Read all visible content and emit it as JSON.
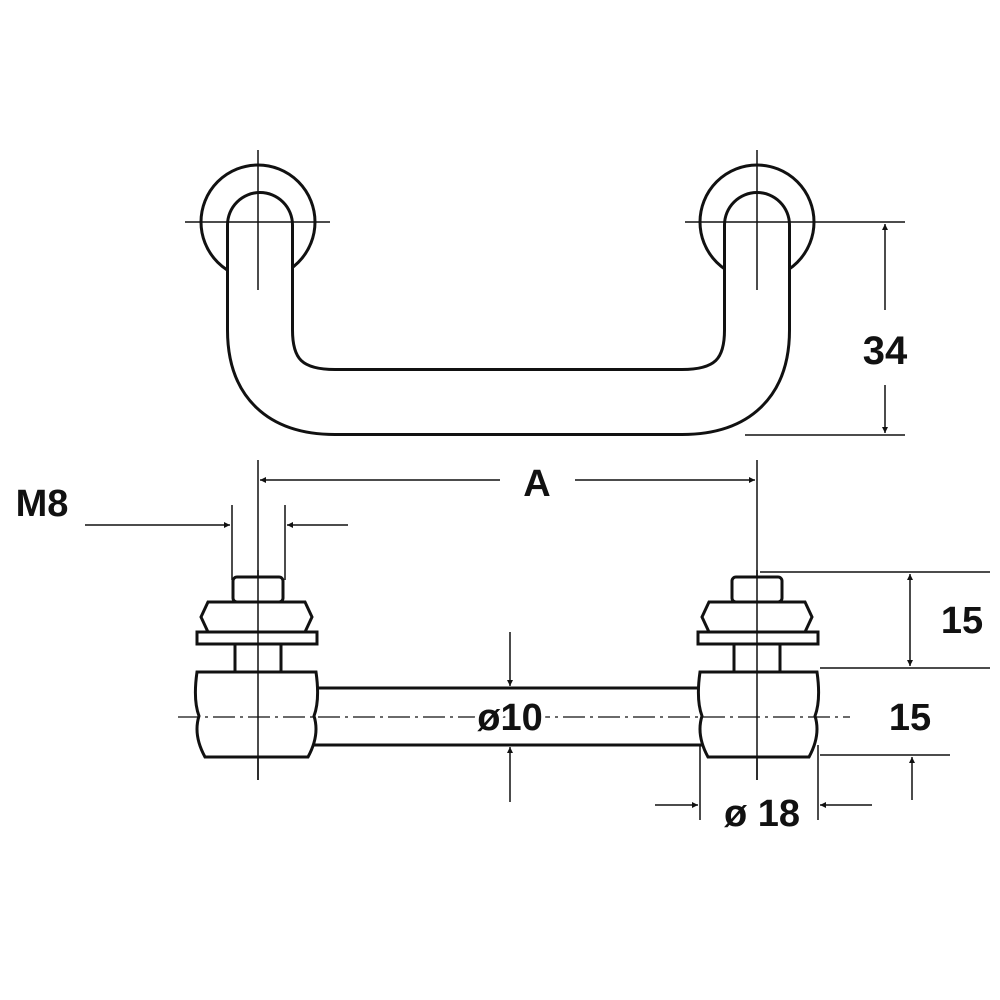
{
  "labels": {
    "height": "34",
    "spacing": "A",
    "thread": "M8",
    "nut_height": "15",
    "base_height": "15",
    "rod_diameter": "ø10",
    "base_diameter": "ø 18"
  },
  "colors": {
    "line": "#111111",
    "background": "#ffffff"
  }
}
